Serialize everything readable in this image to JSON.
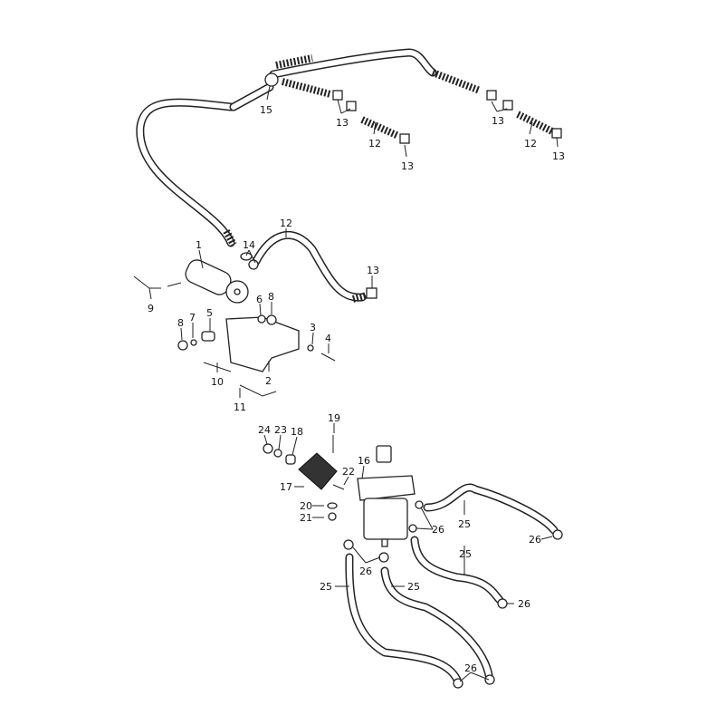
{
  "diagram": {
    "callouts": [
      "15",
      "13",
      "12",
      "13",
      "13",
      "12",
      "13",
      "1",
      "14",
      "12",
      "13",
      "9",
      "6",
      "8",
      "7",
      "5",
      "8",
      "3",
      "4",
      "2",
      "10",
      "11",
      "19",
      "24",
      "23",
      "18",
      "16",
      "22",
      "17",
      "20",
      "21",
      "25",
      "26",
      "26",
      "25",
      "26",
      "25",
      "25",
      "26",
      "26"
    ]
  }
}
